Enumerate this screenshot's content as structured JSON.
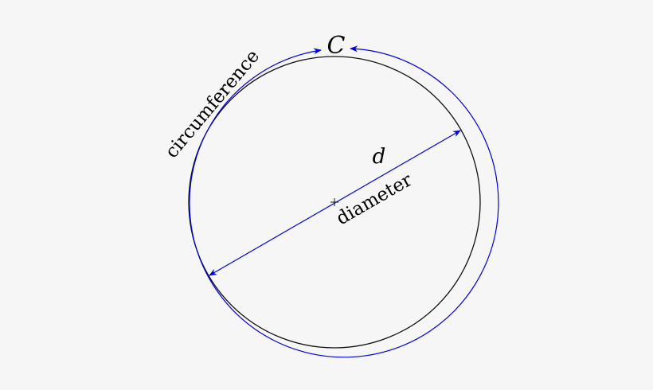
{
  "diagram": {
    "type": "circle-geometry",
    "background": "#f6f6f6",
    "colors": {
      "circle": "#000000",
      "annotation": "#0000e6"
    },
    "labels": {
      "circumference_symbol": "C",
      "circumference": "circumference",
      "diameter_symbol": "d",
      "diameter": "diameter"
    },
    "center_marker": "+"
  }
}
